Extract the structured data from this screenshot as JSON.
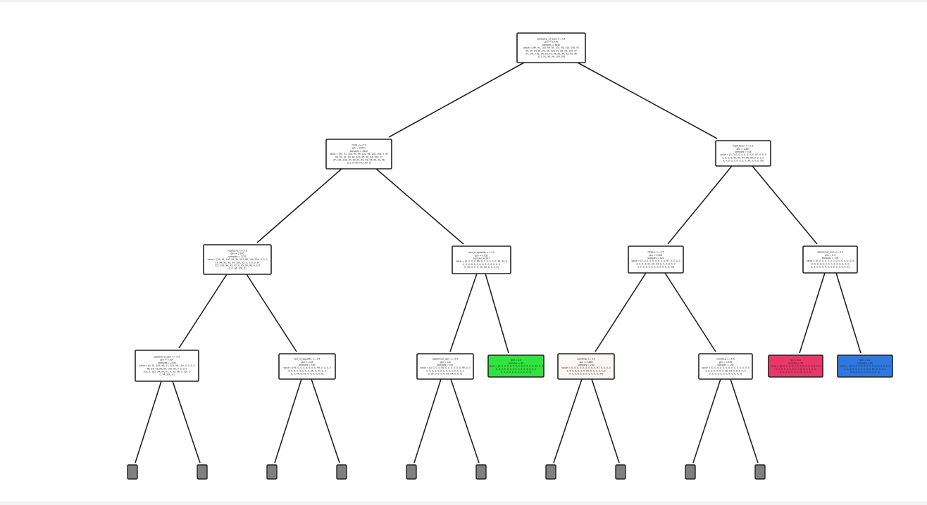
{
  "diagram": {
    "type": "decision-tree",
    "colors": {
      "default_fill": "#ffffff",
      "border": "#222222",
      "edge": "#222222",
      "stub_fill": "#808080"
    },
    "nodes": [
      {
        "id": "n0",
        "fill": "#ffffff",
        "lines": [
          "yellowing_of_eyes <= 0.5",
          "gini = 0.976",
          "samples = 3840",
          "value = [99, 91, 100, 99, 95, 101, 98, 100, 100, 97",
          "99, 95, 94, 91, 99, 94, 100, 95, 96, 94, 100, 97",
          "97, 101, 102, 94, 99, 97, 99, 99, 94, 95, 99, 96",
          "121, 91, 96, 94, 100, 99]"
        ]
      },
      {
        "id": "n1",
        "fill": "#ffffff",
        "lines": [
          "chills <= 0.5",
          "gini = 0.971",
          "samples = 3322",
          "value = [99, 91, 100, 99, 95, 101, 98, 100, 100, 0, 97",
          "99, 94, 91, 99, 94, 100, 95, 96, 94, 100, 97",
          "97, 101, 102, 94, 99, 97, 99, 99, 94, 95, 99, 96",
          "121, 0, 96, 94, 100, 0]"
        ]
      },
      {
        "id": "n2",
        "fill": "#ffffff",
        "lines": [
          "high_fever <= 0.5",
          "gini = 0.857",
          "samples = 518",
          "value = [0, 0, 0, 0, 0, 0, 0, 0, 0, 97, 0, 0, 0",
          "0, 0, 0, 0, 91, 99, 94, 96, 94, 0, 0, 0, 0",
          "0, 0, 0, 0, 0, 0, 0, 0, 0, 94, 0, 0, 0, 99]"
        ]
      },
      {
        "id": "n3",
        "fill": "#ffffff",
        "lines": [
          "headache <= 0.5",
          "gini = 0.965",
          "samples = 2731",
          "value = [99, 91, 100, 99, 11, 101, 98, 100, 100, 0, 0, 0",
          "97, 94, 91, 99, 94, 100, 95, 0, 0, 0, 0, 97",
          "102, 102, 94, 99, 97, 0, 95, 99, 96, 0, 107",
          "0, 0, 94, 100, 0]"
        ]
      },
      {
        "id": "n4",
        "fill": "#ffffff",
        "lines": [
          "loss_of_appetite <= 0.5",
          "gini = 0.852",
          "samples = 597",
          "value = [0, 0, 0, 0, 84, 0, 0, 0, 0, 0, 0, 99, 94, 0",
          "0, 0, 0, 0, 0, 0, 0, 0, 0, 0, 0, 0, 0, 0",
          "0, 99, 0, 0, 0, 99, 94, 0, 0, 0, 0]"
        ]
      },
      {
        "id": "n5",
        "fill": "#ffffff",
        "lines": [
          "fatigue <= 0.5",
          "gini = 0.807",
          "samples = 422",
          "value = [0, 0, 0, 0, 0, 0, 0, 0, 0, 97, 0, 0, 0, 0",
          "0, 0, 0, 0, 91, 99, 94, 0, 0, 0, 0, 0, 0",
          "0, 0, 0, 0, 0, 0, 0, 0, 0, 0, 0, 0, 99]"
        ]
      },
      {
        "id": "n6",
        "fill": "#ffffff",
        "lines": [
          "abdominal_pain <= 0.5",
          "gini = 0.5",
          "samples = 176",
          "value = [0, 0, 0, 0, 0, 0, 0, 0, 0, 0, 0, 0, 0, 0",
          "0, 0, 0, 0, 0, 0, 0, 0, 0, 0, 0, 0, 0, 0",
          "0, 0, 0, 0, 0, 0, 0, 0, 0, 0, 0, 0, 0, 0]"
        ]
      },
      {
        "id": "n7",
        "fill": "#ffffff",
        "lines": [
          "abdominal_pain <= 0.5",
          "gini = 0.957",
          "samples = 2206",
          "value = [0, 91, 100, 99, 11, 101, 98, 100, 0, 0, 0, 0",
          "98, 94, 91, 99, 94, 100, 95, 0, 0, 0, 0",
          "102, 0, 102, 94, 99, 97, 0, 99, 96, 0, 107, 0",
          "0, 94, 100, 0]"
        ]
      },
      {
        "id": "n8",
        "fill": "#ffffff",
        "lines": [
          "loss_of_appetite <= 0.5",
          "gini = 0.85",
          "samples = 593",
          "value = [99, 0, 0, 0, 0, 0, 0, 0, 99, 0, 0, 0, 0",
          "0, 0, 0, 0, 0, 0, 0, 0, 96, 0, 97, 0, 0",
          "0, 0, 94, 0, 99, 0, 0, 0, 0, 0, 0]"
        ]
      },
      {
        "id": "n9",
        "fill": "#ffffff",
        "lines": [
          "abdominal_pain <= 0.5",
          "gini = 0.8",
          "samples = 507",
          "value = [0, 0, 0, 0, 84, 0, 0, 0, 0, 0, 0, 99, 0, 0",
          "0, 0, 0, 0, 0, 0, 0, 0, 0, 0, 0, 0, 0, 0",
          "0, 99, 0, 0, 0, 0, 99, 94, 0, 0, 0]"
        ]
      },
      {
        "id": "n10",
        "fill": "#31e33f",
        "lines": [
          "gini = 0.0",
          "samples = 90",
          "value = [0, 0, 0, 0, 0, 0, 0, 0, 0, 0, 0, 0, 0, 90, 0, 0",
          "0, 0, 0, 0, 0, 0, 0, 0, 0, 0, 0, 0, 0, 0, 0",
          "0, 0, 0, 0, 0, 0, 0, 0, 0, 0, 0]"
        ]
      },
      {
        "id": "n11",
        "fill": "#fcf6f5",
        "lines": [
          "vomiting <= 0.5",
          "gini = 0.663",
          "samples = 230",
          "value = [0, 0, 0, 0, 0, 0, 0, 0, 0, 97, 0, 0, 0, 0",
          "0, 0, 0, 0, 0, 0, 0, 99, 0, 0, 0, 0, 0, 0",
          "0, 0, 0, 0, 0, 0, 0, 0, 0, 0, 0, 99]"
        ]
      },
      {
        "id": "n12",
        "fill": "#ffffff",
        "lines": [
          "vomiting <= 0.5",
          "gini = 0.499",
          "samples = 192",
          "value = [0, 0, 0, 0, 0, 0, 0, 0, 0, 0, 0, 0, 0, 0",
          "0, 0, 0, 0, 0, 0, 0, 96, 94, 0, 0, 0, 0, 0",
          "0, 0, 0, 0, 0, 0, 0, 0, 0, 0, 0, 0]"
        ]
      },
      {
        "id": "n13",
        "fill": "#e8386a",
        "lines": [
          "gini = 0.0",
          "samples = 95",
          "value = [0, 0, 0, 0, 0, 0, 0, 0, 0, 0, 0, 0, 0, 0, 0",
          "0, 0, 0, 0, 0, 0, 0, 0, 0, 0, 0, 0, 0, 0, 0",
          "0, 0, 0, 0, 0, 0, 0, 95, 0, 0, 0]"
        ]
      },
      {
        "id": "n14",
        "fill": "#2f78e0",
        "lines": [
          "gini = 0.0",
          "samples = 80",
          "value = [0, 0, 0, 0, 0, 0, 0, 0, 0, 0, 0, 0, 0, 0, 0",
          "0, 0, 0, 0, 0, 0, 0, 0, 0, 0, 80, 0, 0, 0, 0",
          "0, 0, 0, 0, 0, 0, 0, 0, 0, 0, 0]"
        ]
      }
    ],
    "edges": [
      [
        "n0",
        "n1"
      ],
      [
        "n0",
        "n2"
      ],
      [
        "n1",
        "n3"
      ],
      [
        "n1",
        "n4"
      ],
      [
        "n2",
        "n5"
      ],
      [
        "n2",
        "n6"
      ],
      [
        "n3",
        "n7"
      ],
      [
        "n3",
        "n8"
      ],
      [
        "n4",
        "n9"
      ],
      [
        "n4",
        "n10"
      ],
      [
        "n5",
        "n11"
      ],
      [
        "n5",
        "n12"
      ],
      [
        "n6",
        "n13"
      ],
      [
        "n6",
        "n14"
      ],
      [
        "n7",
        "s0"
      ],
      [
        "n7",
        "s1"
      ],
      [
        "n8",
        "s2"
      ],
      [
        "n8",
        "s3"
      ],
      [
        "n9",
        "s4"
      ],
      [
        "n9",
        "s5"
      ],
      [
        "n11",
        "s6"
      ],
      [
        "n11",
        "s7"
      ],
      [
        "n12",
        "s8"
      ],
      [
        "n12",
        "s9"
      ]
    ],
    "stubs": [
      "s0",
      "s1",
      "s2",
      "s3",
      "s4",
      "s5",
      "s6",
      "s7",
      "s8",
      "s9"
    ]
  }
}
